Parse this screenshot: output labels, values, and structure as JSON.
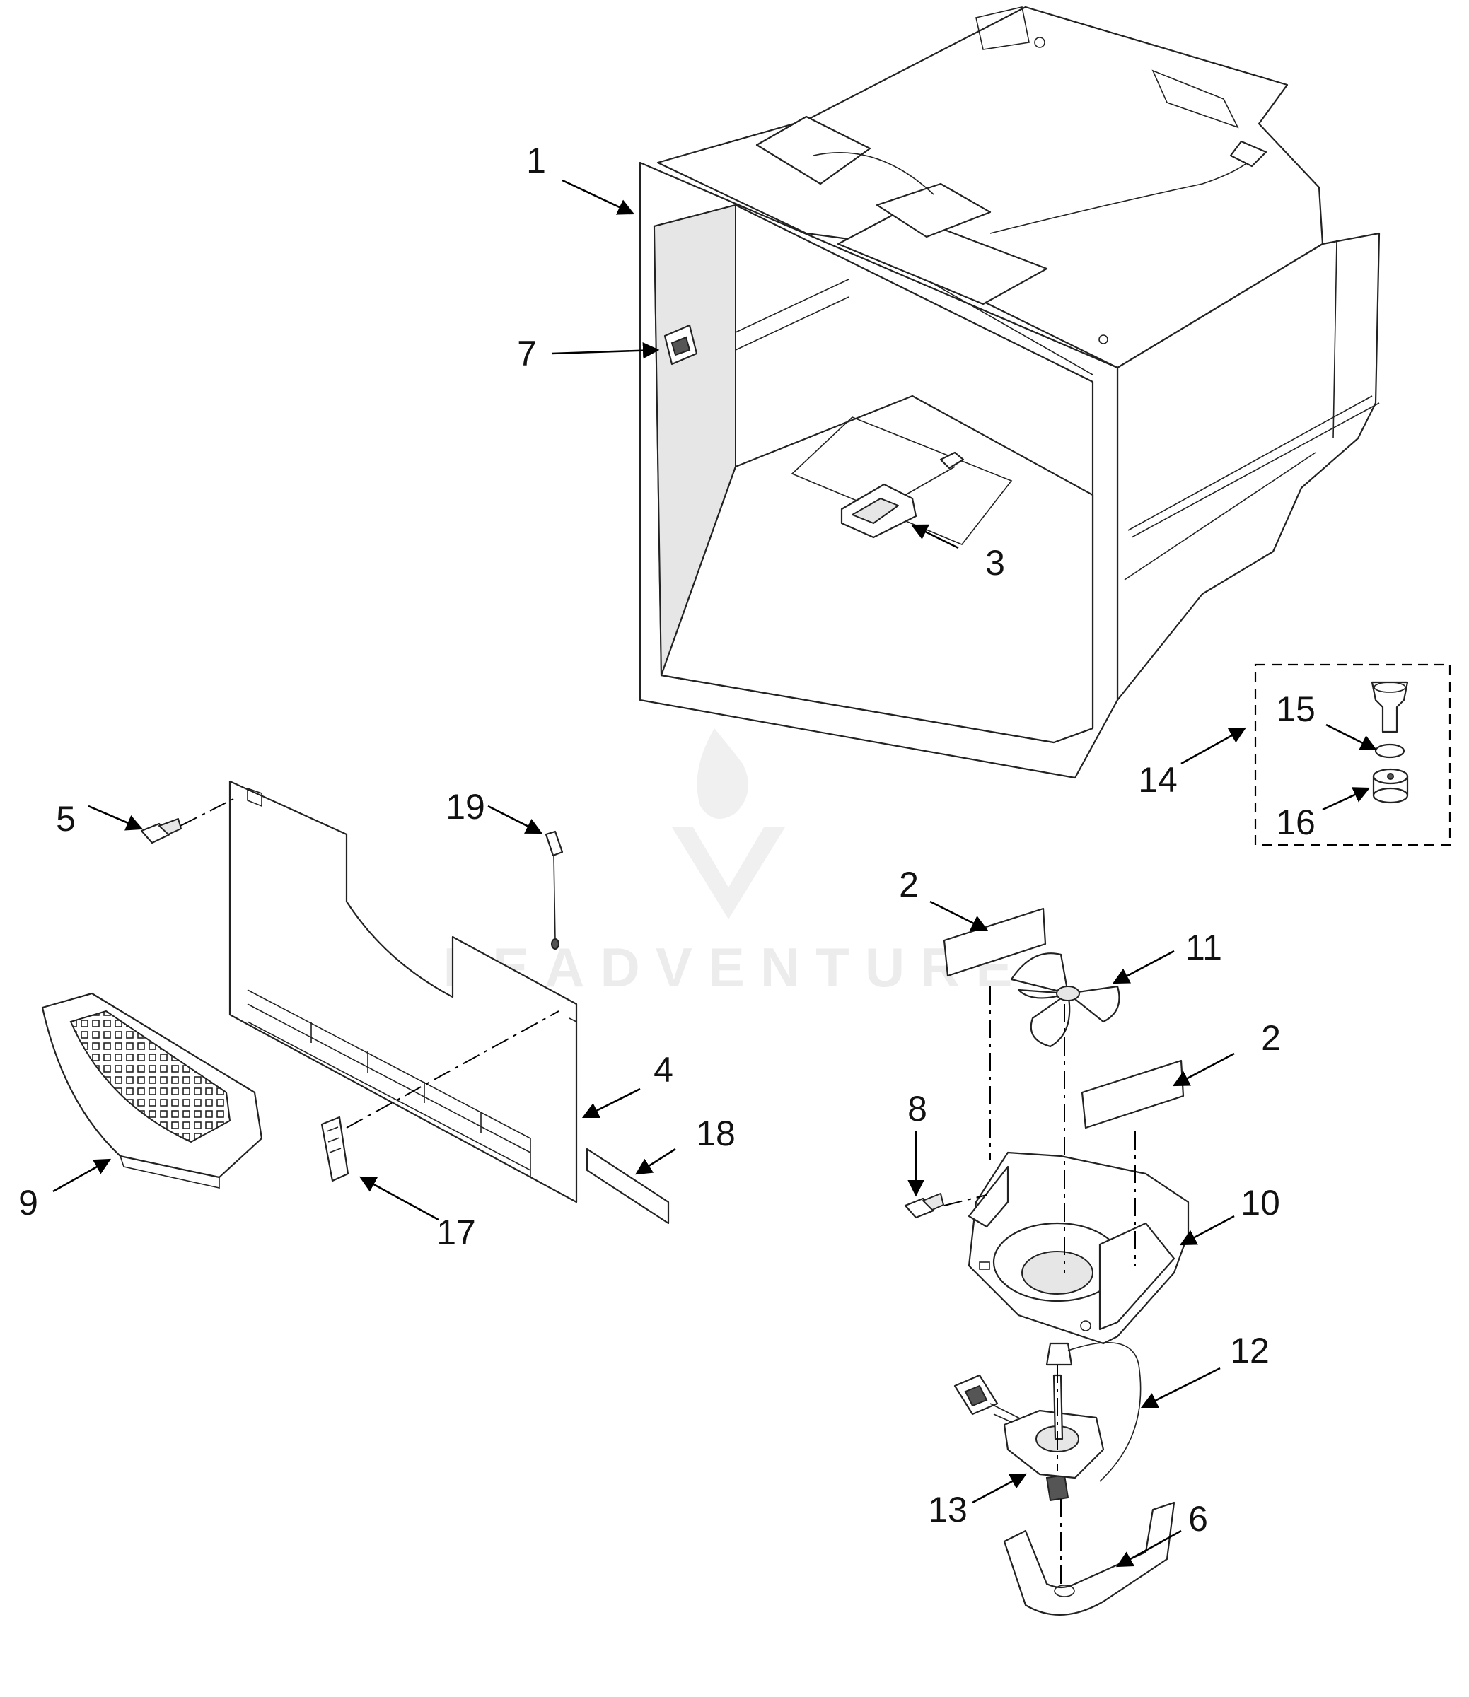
{
  "watermark": {
    "text": "LEADVENTURE"
  },
  "callouts": [
    {
      "id": "1",
      "label": "1"
    },
    {
      "id": "2a",
      "label": "2"
    },
    {
      "id": "2b",
      "label": "2"
    },
    {
      "id": "3",
      "label": "3"
    },
    {
      "id": "4",
      "label": "4"
    },
    {
      "id": "5",
      "label": "5"
    },
    {
      "id": "6",
      "label": "6"
    },
    {
      "id": "7",
      "label": "7"
    },
    {
      "id": "8",
      "label": "8"
    },
    {
      "id": "9",
      "label": "9"
    },
    {
      "id": "10",
      "label": "10"
    },
    {
      "id": "11",
      "label": "11"
    },
    {
      "id": "12",
      "label": "12"
    },
    {
      "id": "13",
      "label": "13"
    },
    {
      "id": "14",
      "label": "14"
    },
    {
      "id": "15",
      "label": "15"
    },
    {
      "id": "16",
      "label": "16"
    },
    {
      "id": "17",
      "label": "17"
    },
    {
      "id": "18",
      "label": "18"
    },
    {
      "id": "19",
      "label": "19"
    }
  ]
}
